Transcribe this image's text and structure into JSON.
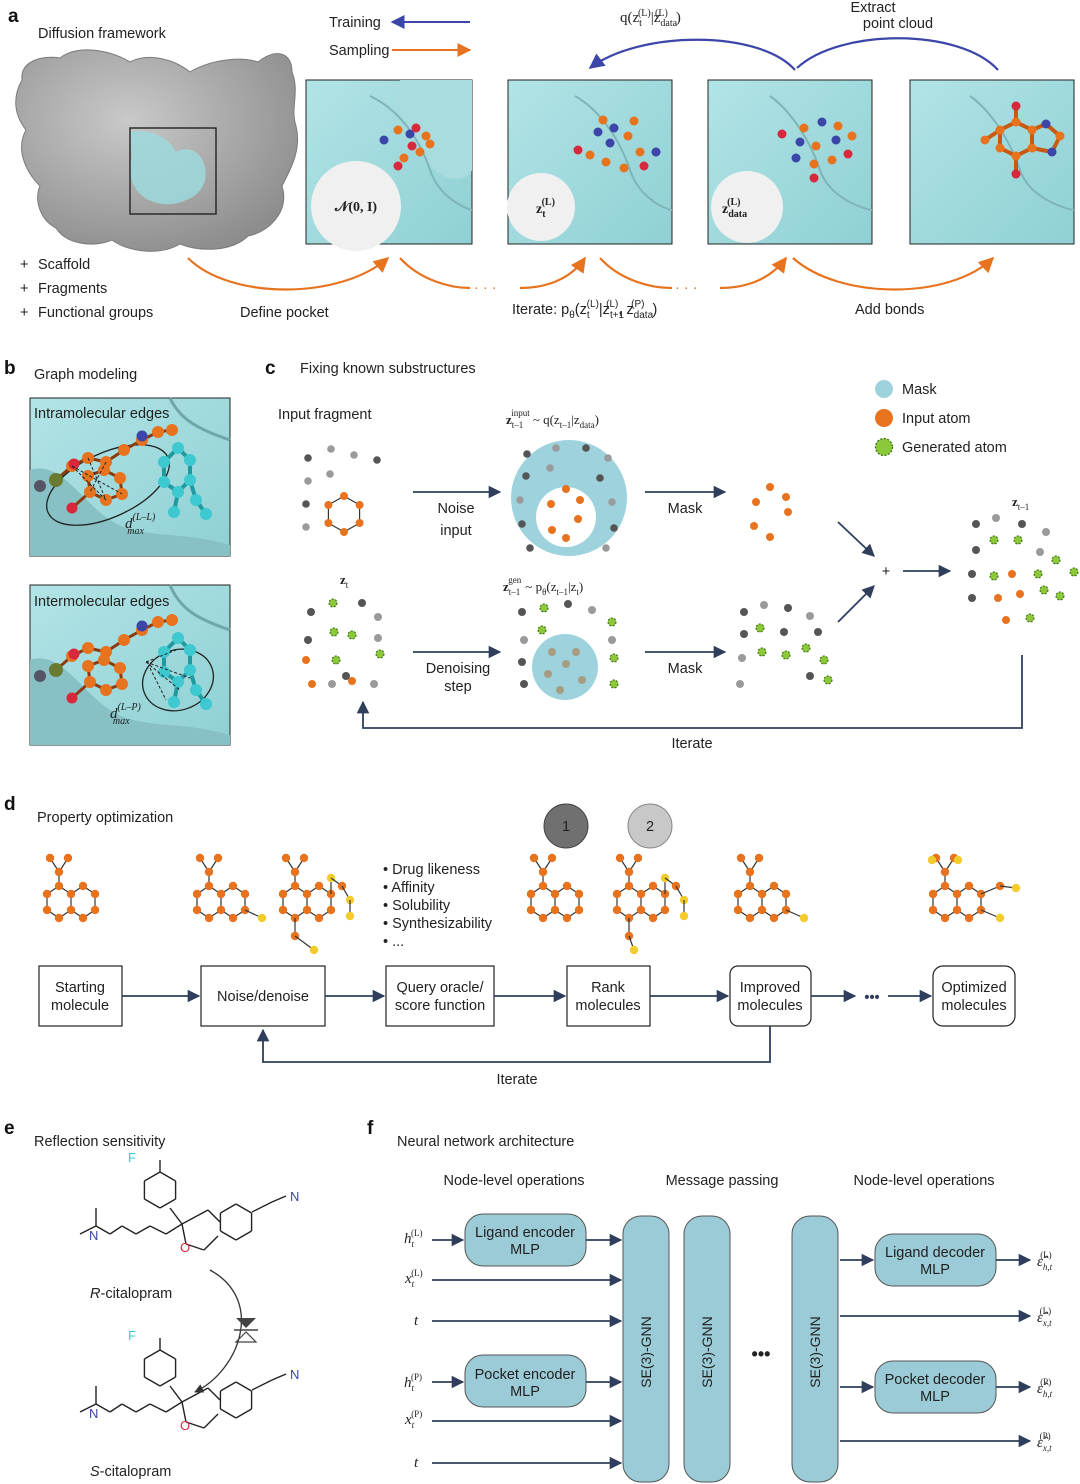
{
  "colors": {
    "orange": "#e8731f",
    "blue": "#3c45a8",
    "red": "#d8283b",
    "teal": "#9ed9dc",
    "cyan_atom": "#3ec8cf",
    "green_atom": "#8bc83a",
    "yellow": "#f2cb2c",
    "dark_gray": "#555555",
    "gray": "#9a9a9a",
    "navy": "#2f3e5c",
    "gnn_fill": "#9bcbd6"
  },
  "panel_a": {
    "label": "a",
    "title": "Diffusion framework",
    "legend_training": "Training",
    "legend_sampling": "Sampling",
    "extract_label_1": "Extract",
    "extract_label_2": "point cloud",
    "q_label": "q(z",
    "q_label_sub": "t",
    "q_label_sup": "(L)",
    "q_label_rest": "|z",
    "q_label_sub2": "data",
    "q_label_sup2": "(L)",
    "q_label_end": ")",
    "circle_normal": "𝒩(0, I)",
    "circle_zt_main": "z",
    "circle_zt_sub": "t",
    "circle_zt_sup": "(L)",
    "circle_zdata_main": "z",
    "circle_zdata_sub": "data",
    "circle_zdata_sup": "(L)",
    "bullet_1": "Scaffold",
    "bullet_2": "Fragments",
    "bullet_3": "Functional groups",
    "define_pocket": "Define pocket",
    "iterate_label": "Iterate: p",
    "iterate_theta": "θ",
    "iterate_rest": "(z",
    "iterate_sub": "t",
    "iterate_sup": "(L)",
    "iterate_mid": "|z",
    "iterate_sub2": "t+1",
    "iterate_sup2": "(L)",
    "iterate_mid2": ", z",
    "iterate_sub3": "data",
    "iterate_sup3": "(P)",
    "iterate_end": ")",
    "add_bonds": "Add bonds",
    "plus": "+",
    "dots": "· · ·"
  },
  "panel_b": {
    "label": "b",
    "title": "Graph modeling",
    "intra": "Intramolecular edges",
    "inter": "Intermolecular edges",
    "dmax_ll": "d",
    "dmax_ll_sup": "(L–L)",
    "dmax_lp_sup": "(L–P)",
    "dmax_sub": "max"
  },
  "panel_c": {
    "label": "c",
    "title": "Fixing known substructures",
    "legend_mask": "Mask",
    "legend_input": "Input atom",
    "legend_generated": "Generated atom",
    "input_fragment": "Input fragment",
    "noise_input_1": "Noise",
    "noise_input_2": "input",
    "mask1": "Mask",
    "mask2": "Mask",
    "denoising_1": "Denoising",
    "denoising_2": "step",
    "zt": "z",
    "zt_sub": "t",
    "ztm1": "z",
    "ztm1_sub": "t–1",
    "z_input_sup": "input",
    "z_gen_sup": "gen",
    "q_expr": "~ q(z",
    "q_expr_sub": "t–1",
    "q_expr_end": "|z",
    "q_expr_sub2": "data",
    "q_expr_close": ")",
    "p_expr": "~ p",
    "p_expr_theta": "θ",
    "p_expr_rest": "(z",
    "p_expr_sub": "t–1",
    "p_expr_mid": "|z",
    "p_expr_sub2": "t",
    "p_expr_close": ")",
    "plus": "+",
    "iterate": "Iterate"
  },
  "panel_d": {
    "label": "d",
    "title": "Property optimization",
    "props": [
      "Drug likeness",
      "Affinity",
      "Solubility",
      "Synthesizability",
      "..."
    ],
    "rank1": "1",
    "rank2": "2",
    "box_start_1": "Starting",
    "box_start_2": "molecule",
    "box_noise": "Noise/denoise",
    "box_query_1": "Query oracle/",
    "box_query_2": "score function",
    "box_rank_1": "Rank",
    "box_rank_2": "molecules",
    "box_improved_1": "Improved",
    "box_improved_2": "molecules",
    "box_opt_1": "Optimized",
    "box_opt_2": "molecules",
    "iterate": "Iterate",
    "dots": "•••"
  },
  "panel_e": {
    "label": "e",
    "title": "Reflection sensitivity",
    "r_name_prefix": "R",
    "r_name": "-citalopram",
    "s_name_prefix": "S",
    "s_name": "-citalopram",
    "atom_F": "F",
    "atom_N": "N",
    "atom_O": "O"
  },
  "panel_f": {
    "label": "f",
    "title": "Neural network architecture",
    "col_node_ops_left": "Node-level operations",
    "col_message": "Message passing",
    "col_node_ops_right": "Node-level operations",
    "ligand_encoder_1": "Ligand encoder",
    "ligand_encoder_2": "MLP",
    "pocket_encoder_1": "Pocket encoder",
    "pocket_encoder_2": "MLP",
    "ligand_decoder_1": "Ligand decoder",
    "ligand_decoder_2": "MLP",
    "pocket_decoder_1": "Pocket decoder",
    "pocket_decoder_2": "MLP",
    "gnn": "SE(3)-GNN",
    "dots": "•••",
    "in_h": "h",
    "in_x": "x",
    "in_t": "t",
    "sub_t": "t",
    "sup_L": "(L)",
    "sup_P": "(P)",
    "out_eps": "ε̂",
    "out_h_sub": "h,t",
    "out_x_sub": "x,t"
  }
}
